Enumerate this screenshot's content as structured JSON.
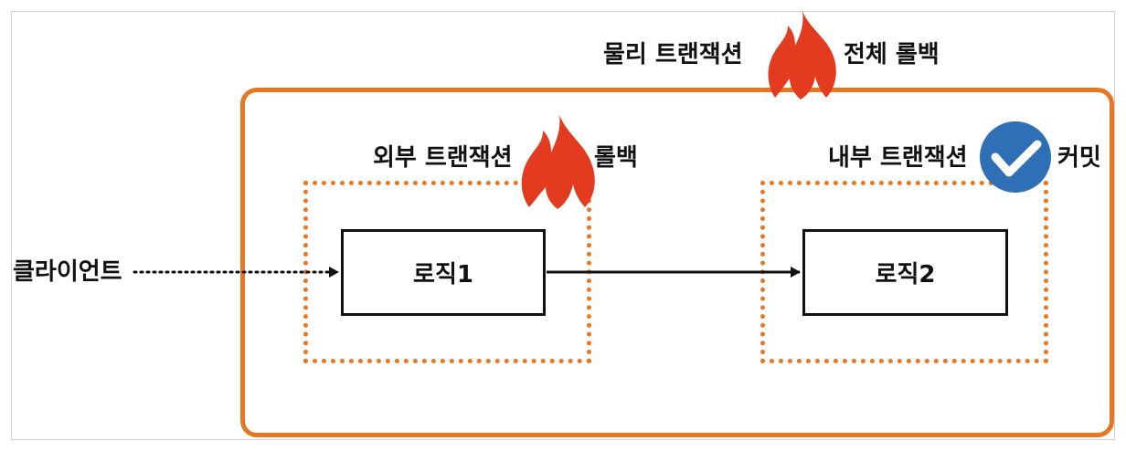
{
  "physical_transaction": {
    "label": "물리 트랜잭션",
    "result_label": "전체 롤백",
    "icon": "fire-icon"
  },
  "outer_transaction": {
    "label": "외부 트랜잭션",
    "result_label": "롤백",
    "icon": "fire-icon"
  },
  "inner_transaction": {
    "label": "내부 트랜잭션",
    "result_label": "커밋",
    "icon": "check-circle-icon"
  },
  "logic": [
    {
      "label": "로직1"
    },
    {
      "label": "로직2"
    }
  ],
  "client": {
    "label": "클라이언트"
  },
  "colors": {
    "transaction_border": "#e87722",
    "fire": "#e23b1f",
    "check_circle": "#2f6fb5",
    "logic_border": "#111111"
  }
}
